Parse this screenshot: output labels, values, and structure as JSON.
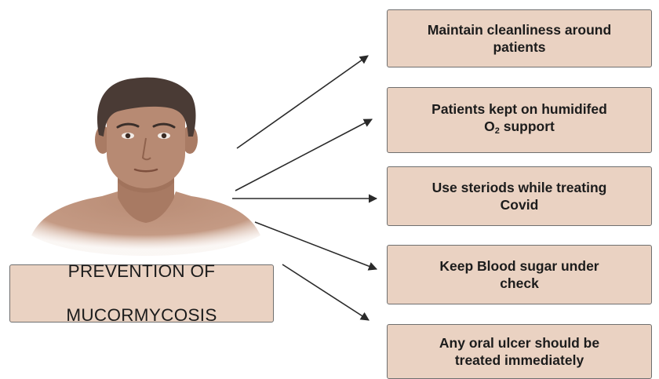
{
  "diagram": {
    "title_lines": [
      "PREVENTION OF",
      "MUCORMYCOSIS"
    ],
    "steps": [
      {
        "line1": "Maintain cleanliness around",
        "line2": "patients"
      },
      {
        "line1": "Patients kept on humidifed",
        "line2_pre": "O",
        "line2_sub": "2",
        "line2_post": " support"
      },
      {
        "line1": "Use steriods while treating",
        "line2": "Covid"
      },
      {
        "line1": "Keep Blood sugar under",
        "line2": "check"
      },
      {
        "line1": "Any oral ulcer should be",
        "line2": "treated immediately"
      }
    ],
    "colors": {
      "box_fill": "#ead2c2",
      "box_border": "#6f6f6f",
      "arrow": "#2a2a2a",
      "skin": "#b78a73",
      "hair": "#4a3b35"
    },
    "icons": [
      "person-bust-icon"
    ]
  }
}
